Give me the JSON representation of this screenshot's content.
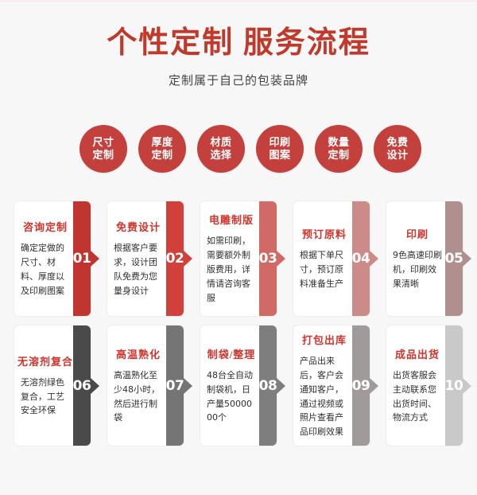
{
  "header": {
    "title": "个性定制  服务流程",
    "subtitle": "定制属于自己的包装品牌"
  },
  "colors": {
    "page_background": "#f7f7f7",
    "top_strip": "#fbeef1",
    "title_red": "#c0392b",
    "card_title_red": "#d0342c",
    "circle_red": "#c4403c",
    "badge_reds": [
      "#c0352f",
      "#d2403c",
      "#d06a66",
      "#cc8a88",
      "#b08f8f"
    ],
    "badge_grays": [
      "#4a4a4a",
      "#757575",
      "#7e7e7e",
      "#a09a9a",
      "#c9c9c9"
    ]
  },
  "circles": [
    {
      "line1": "尺寸",
      "line2": "定制"
    },
    {
      "line1": "厚度",
      "line2": "定制"
    },
    {
      "line1": "材质",
      "line2": "选择"
    },
    {
      "line1": "印刷",
      "line2": "图案"
    },
    {
      "line1": "数量",
      "line2": "定制"
    },
    {
      "line1": "免费",
      "line2": "设计"
    }
  ],
  "row1": [
    {
      "number": "01",
      "title": "咨询定制",
      "desc": "确定定做的尺寸、材料、厚度以及印刷图案"
    },
    {
      "number": "02",
      "title": "免费设计",
      "desc": "根据客户要求，设计团队免费为您量身设计"
    },
    {
      "number": "03",
      "title": "电雕制版",
      "desc": "如需印刷，需要额外制版费用，详情请咨询客服"
    },
    {
      "number": "04",
      "title": "预订原料",
      "desc": "根据下单尺寸，预订原料准备生产"
    },
    {
      "number": "05",
      "title": "印刷",
      "desc": "9色高速印刷机，印刷效果清晰"
    }
  ],
  "row2": [
    {
      "number": "06",
      "title": "无溶剂复合",
      "desc": "无溶剂绿色复合，工艺安全环保"
    },
    {
      "number": "07",
      "title": "高温熟化",
      "desc": "高温熟化至少48小时，然后进行制袋"
    },
    {
      "number": "08",
      "title": "制袋/整理",
      "desc": "48台全自动制袋机，日产量5000000个"
    },
    {
      "number": "09",
      "title": "打包出库",
      "desc": "产品出来后，客户会通知客户，通过视频或照片查看产品印刷效果"
    },
    {
      "number": "10",
      "title": "成品出货",
      "desc": "出货客服会主动联系您出货时间、物流方式"
    }
  ]
}
